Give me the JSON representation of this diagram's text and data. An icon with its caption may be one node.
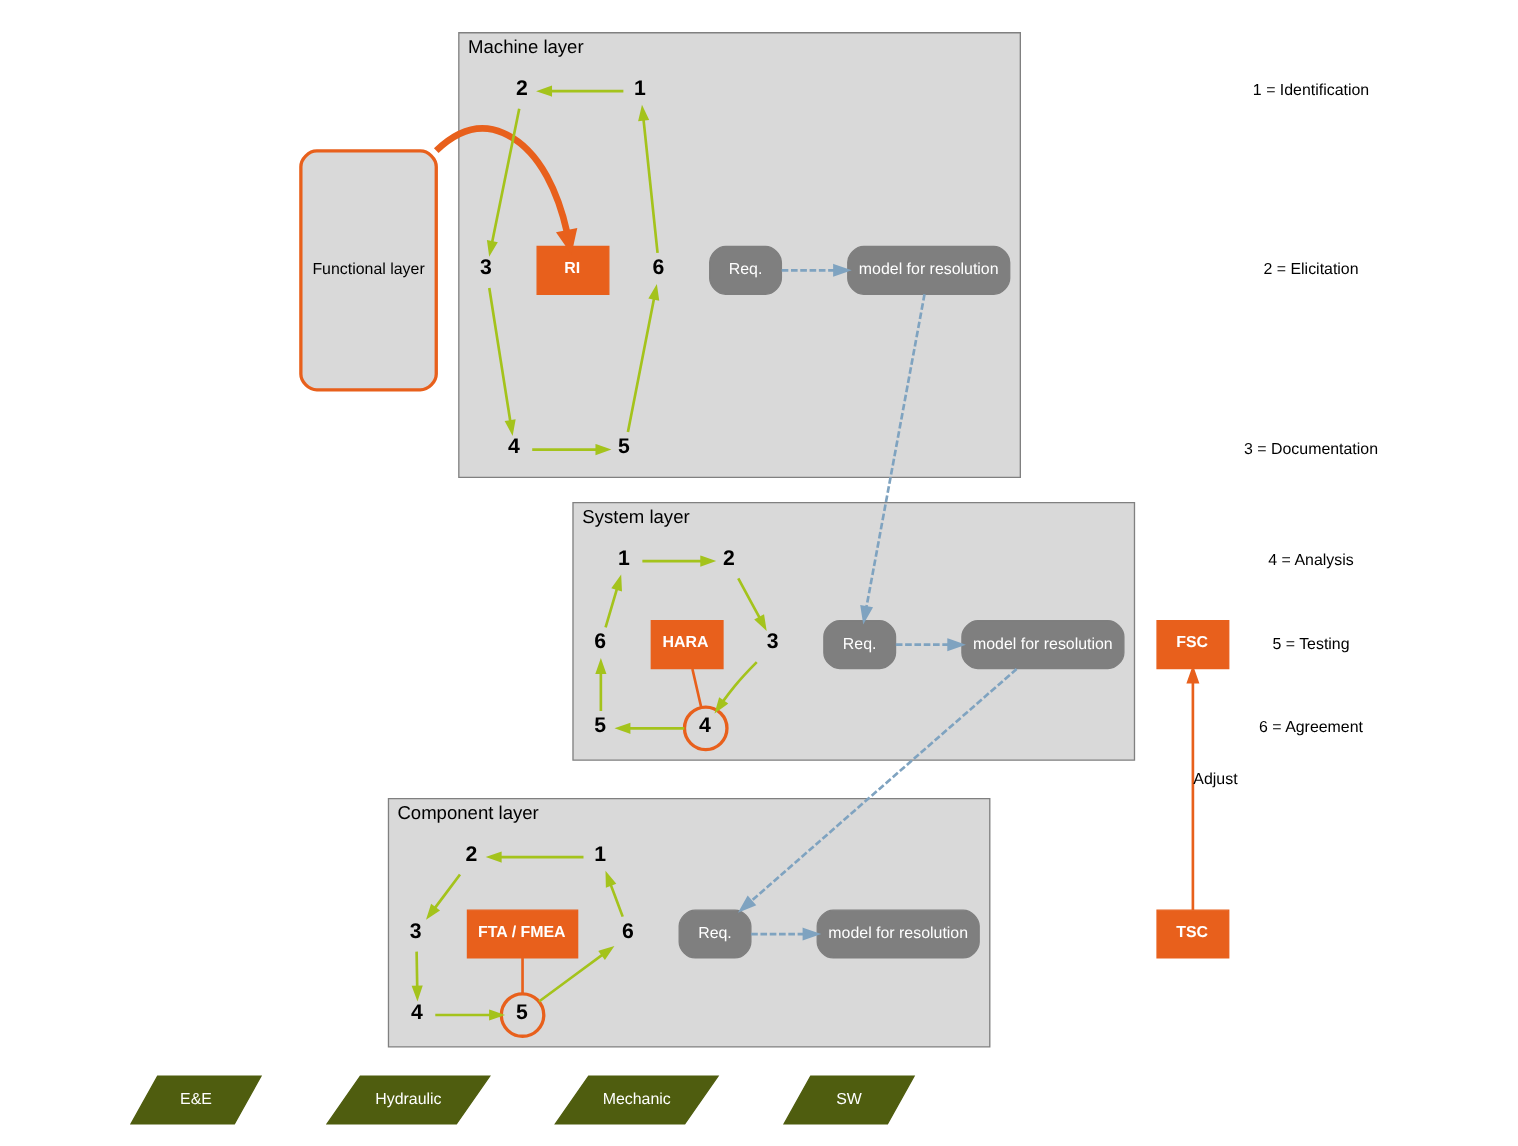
{
  "diagram": {
    "nodes": [
      {
        "text": [
          "Functional layer"
        ]
      },
      {
        "text": [
          "Machine layer"
        ]
      },
      {
        "text": [
          "Req."
        ],
        "in": 1
      },
      {
        "text": [
          "RI"
        ],
        "in": 1
      },
      {
        "text": [
          "1"
        ],
        "in": 1
      },
      {
        "text": [
          "2"
        ],
        "in": 1
      },
      {
        "text": [
          "3"
        ],
        "in": 1
      },
      {
        "text": [
          "4"
        ],
        "in": 1
      },
      {
        "text": [
          "5"
        ],
        "in": 1
      },
      {
        "text": [
          "6"
        ],
        "in": 1
      },
      {
        "text": [
          "model for resolution"
        ],
        "in": 1
      },
      {
        "text": [
          "System layer"
        ]
      },
      {
        "text": [
          "Req."
        ],
        "in": 11
      },
      {
        "text": [
          "HARA"
        ],
        "in": 11
      },
      {
        "text": [
          "1"
        ],
        "in": 11
      },
      {
        "text": [
          "2"
        ],
        "in": 11
      },
      {
        "text": [
          "3"
        ],
        "in": 11
      },
      {
        "text": [
          "4"
        ],
        "in": 11
      },
      {
        "text": [
          "5"
        ],
        "in": 11
      },
      {
        "text": [
          "6"
        ],
        "in": 11
      },
      {
        "text": [
          "model for resolution"
        ],
        "in": 11
      },
      {
        "text": [
          "FSC"
        ]
      },
      {
        "text": [
          "Component layer"
        ]
      },
      {
        "text": [
          "Req."
        ],
        "in": 22
      },
      {
        "text": [
          "FTA / FMEA"
        ],
        "in": 22
      },
      {
        "text": [
          "1"
        ],
        "in": 22
      },
      {
        "text": [
          "2"
        ],
        "in": 22
      },
      {
        "text": [
          "3"
        ],
        "in": 22
      },
      {
        "text": [
          "4"
        ],
        "in": 22
      },
      {
        "text": [
          "5"
        ],
        "in": 22
      },
      {
        "text": [
          "6"
        ],
        "in": 22
      },
      {
        "text": [
          "model for resolution"
        ],
        "in": 22
      },
      {
        "text": [
          "TSC"
        ]
      },
      {
        "text": [
          "E&E"
        ]
      },
      {
        "text": [
          "Hydraulic"
        ]
      },
      {
        "text": [
          "Mechanic"
        ]
      },
      {
        "text": [
          "SW"
        ]
      }
    ],
    "edges": [
      {
        "from": 0,
        "to": 3,
        "arrow": "to",
        "style": "thick",
        "color": "#e8601c"
      },
      {
        "from": 2,
        "to": 10,
        "arrow": "to",
        "style": "dashed",
        "color": "#7fa3c0"
      },
      {
        "from": 4,
        "to": 5,
        "arrow": "to"
      },
      {
        "from": 5,
        "to": 6,
        "arrow": "to"
      },
      {
        "from": 6,
        "to": 7,
        "arrow": "to"
      },
      {
        "from": 7,
        "to": 8,
        "arrow": "to"
      },
      {
        "from": 8,
        "to": 9,
        "arrow": "to"
      },
      {
        "from": 9,
        "to": 4,
        "arrow": "to"
      },
      {
        "from": 10,
        "to": 12,
        "arrow": "to",
        "style": "dashed",
        "color": "#7fa3c0"
      },
      {
        "from": 12,
        "to": 20,
        "arrow": "to",
        "style": "dashed",
        "color": "#7fa3c0"
      },
      {
        "from": 14,
        "to": 15,
        "arrow": "to"
      },
      {
        "from": 15,
        "to": 16,
        "arrow": "to"
      },
      {
        "from": 16,
        "to": 17,
        "arrow": "to"
      },
      {
        "from": 17,
        "to": 18,
        "arrow": "to"
      },
      {
        "from": 18,
        "to": 19,
        "arrow": "to"
      },
      {
        "from": 19,
        "to": 14,
        "arrow": "to"
      },
      {
        "from": 13,
        "to": 17,
        "arrow": "none",
        "color": "#e8601c"
      },
      {
        "from": 20,
        "to": 23,
        "arrow": "to",
        "style": "dashed",
        "color": "#7fa3c0"
      },
      {
        "from": 23,
        "to": 31,
        "arrow": "to",
        "style": "dashed",
        "color": "#7fa3c0"
      },
      {
        "from": 25,
        "to": 26,
        "arrow": "to"
      },
      {
        "from": 26,
        "to": 27,
        "arrow": "to"
      },
      {
        "from": 27,
        "to": 28,
        "arrow": "to"
      },
      {
        "from": 28,
        "to": 29,
        "arrow": "to"
      },
      {
        "from": 29,
        "to": 30,
        "arrow": "to"
      },
      {
        "from": 30,
        "to": 25,
        "arrow": "to"
      },
      {
        "from": 24,
        "to": 29,
        "arrow": "none",
        "color": "#e8601c"
      },
      {
        "from": 32,
        "to": 21,
        "arrow": "to",
        "label": "Adjust",
        "color": "#e8601c"
      }
    ],
    "labels": [
      "1 = Identification",
      "2 = Elicitation",
      "3 = Documentation",
      "4 = Analysis",
      "5 = Testing",
      "6 = Agreement"
    ]
  }
}
